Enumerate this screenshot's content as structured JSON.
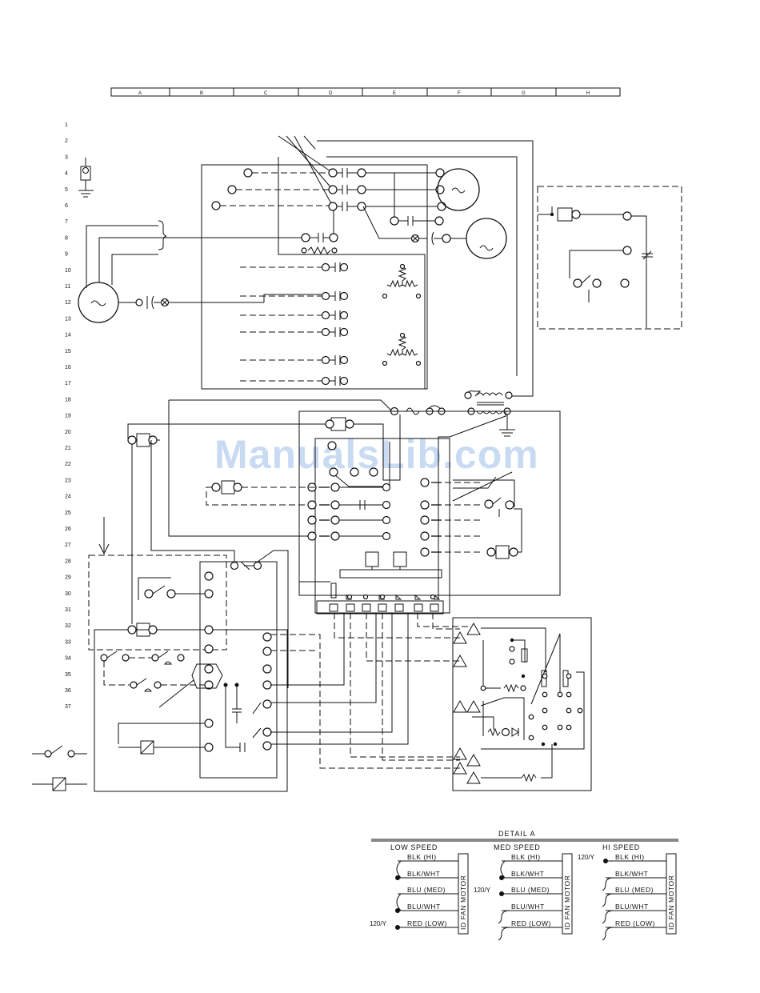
{
  "watermark": "ManualsLib.com",
  "grid_columns": [
    "A",
    "B",
    "C",
    "D",
    "E",
    "F",
    "G",
    "H"
  ],
  "row_numbers": [
    "1",
    "2",
    "3",
    "4",
    "5",
    "6",
    "7",
    "8",
    "9",
    "10",
    "11",
    "12",
    "13",
    "14",
    "15",
    "16",
    "17",
    "18",
    "19",
    "20",
    "21",
    "22",
    "23",
    "24",
    "25",
    "26",
    "27",
    "28",
    "29",
    "30",
    "31",
    "32",
    "33",
    "34",
    "35",
    "36",
    "37"
  ],
  "detail": {
    "title": "DETAIL A",
    "motor_label": "ID FAN MOTOR",
    "supply_label": "120/Y",
    "panels": [
      {
        "heading": "LOW SPEED",
        "leads": [
          "BLK (HI)",
          "BLK/WHT",
          "BLU (MED)",
          "BLU/WHT",
          "RED (LOW)"
        ]
      },
      {
        "heading": "MED SPEED",
        "leads": [
          "BLK (HI)",
          "BLK/WHT",
          "BLU (MED)",
          "BLU/WHT",
          "RED (LOW)"
        ]
      },
      {
        "heading": "HI SPEED",
        "leads": [
          "BLK (HI)",
          "BLK/WHT",
          "BLU (MED)",
          "BLU/WHT",
          "RED (LOW)"
        ]
      }
    ]
  },
  "icons": {
    "motor": "motor-icon",
    "ground": "ground-icon",
    "switch": "switch-icon",
    "relay_coil": "relay-coil-icon"
  }
}
